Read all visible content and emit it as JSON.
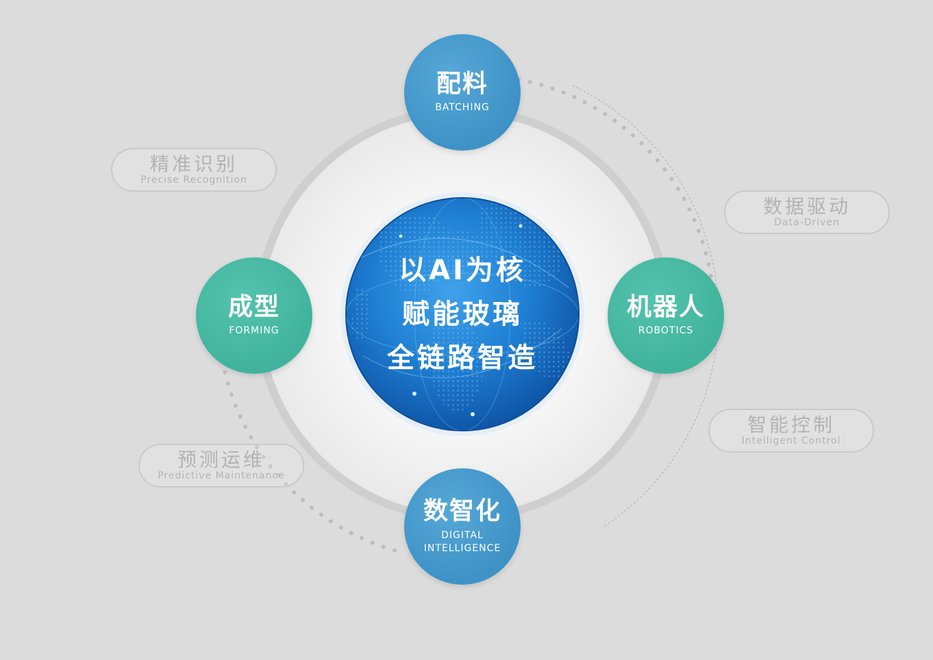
{
  "center": {
    "lines": [
      "以AI为核",
      "赋能玻璃",
      "全链路智造"
    ]
  },
  "nodes": {
    "batching": {
      "zh": "配料",
      "en": "BATCHING"
    },
    "forming": {
      "zh": "成型",
      "en": "FORMING"
    },
    "robotics": {
      "zh": "机器人",
      "en": "ROBOTICS"
    },
    "digital": {
      "zh": "数智化",
      "en": "DIGITAL\nINTELLIGENCE"
    }
  },
  "labels": {
    "precise": {
      "zh": "精准识别",
      "en": "Precise Recognition"
    },
    "data_driven": {
      "zh": "数据驱动",
      "en": "Data-Driven"
    },
    "intelligent": {
      "zh": "智能控制",
      "en": "Intelligent Control"
    },
    "predictive": {
      "zh": "预测运维",
      "en": "Predictive Maintenance"
    }
  },
  "colors": {
    "background": "#dcdcdc",
    "node_blue": "#4499cb",
    "node_teal": "#44b59f",
    "core_blue": "#1a70c8",
    "pill_text": "#b3b3b3"
  },
  "icons": {
    "core": "globe-icon"
  }
}
